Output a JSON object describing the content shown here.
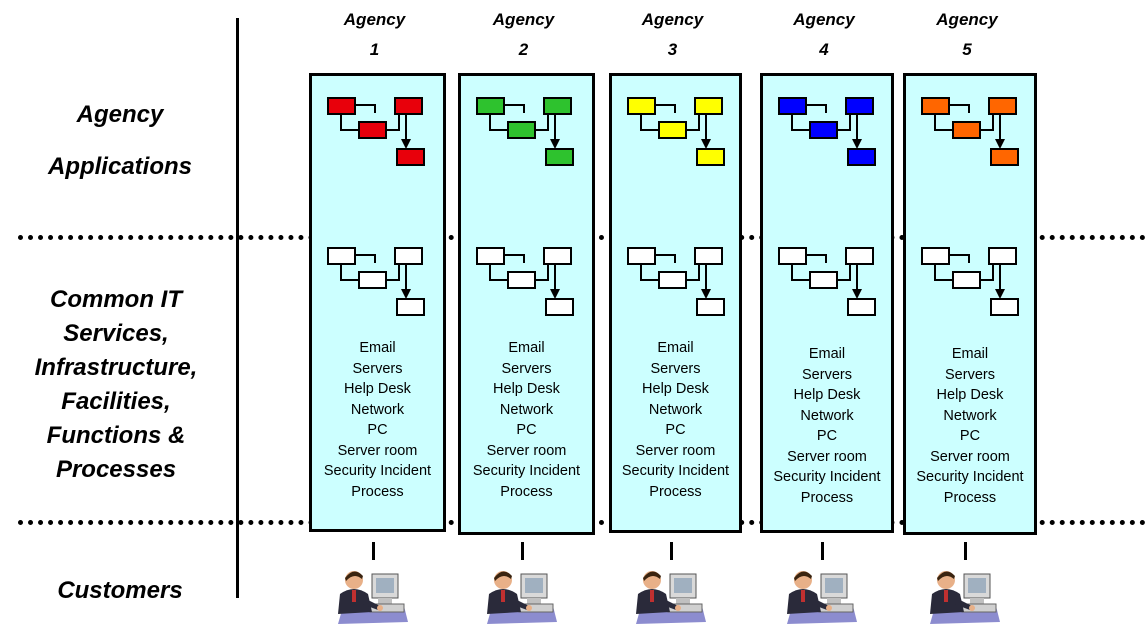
{
  "row_labels": {
    "applications": [
      "Agency",
      "Applications"
    ],
    "services": [
      "Common IT",
      "Services,",
      "Infrastructure,",
      "Facilities,",
      "Functions &",
      "Processes"
    ],
    "customers": "Customers"
  },
  "agencies": [
    {
      "word": "Agency",
      "number": "1",
      "color": "#e8000b",
      "services": [
        "Email",
        "Servers",
        "Help Desk",
        "Network",
        "PC",
        "Server room",
        "Security Incident",
        "Process"
      ]
    },
    {
      "word": "Agency",
      "number": "2",
      "color": "#2ec22e",
      "services": [
        "Email",
        "Servers",
        "Help Desk",
        "Network",
        "PC",
        "Server room",
        "Security Incident",
        "Process"
      ]
    },
    {
      "word": "Agency",
      "number": "3",
      "color": "#ffff00",
      "services": [
        "Email",
        "Servers",
        "Help Desk",
        "Network",
        "PC",
        "Server room",
        "Security Incident",
        "Process"
      ]
    },
    {
      "word": "Agency",
      "number": "4",
      "color": "#0000ff",
      "services": [
        "Email",
        "Servers",
        "Help Desk",
        "Network",
        "PC",
        "Server room",
        "Security Incident",
        "Process"
      ]
    },
    {
      "word": "Agency",
      "number": "5",
      "color": "#ff6600",
      "services": [
        "Email",
        "Servers",
        "Help Desk",
        "Network",
        "PC",
        "Server room",
        "Security Incident",
        "Process"
      ]
    }
  ],
  "colors": {
    "box_fill": "#ccffff",
    "flow_white": "#ffffff"
  }
}
